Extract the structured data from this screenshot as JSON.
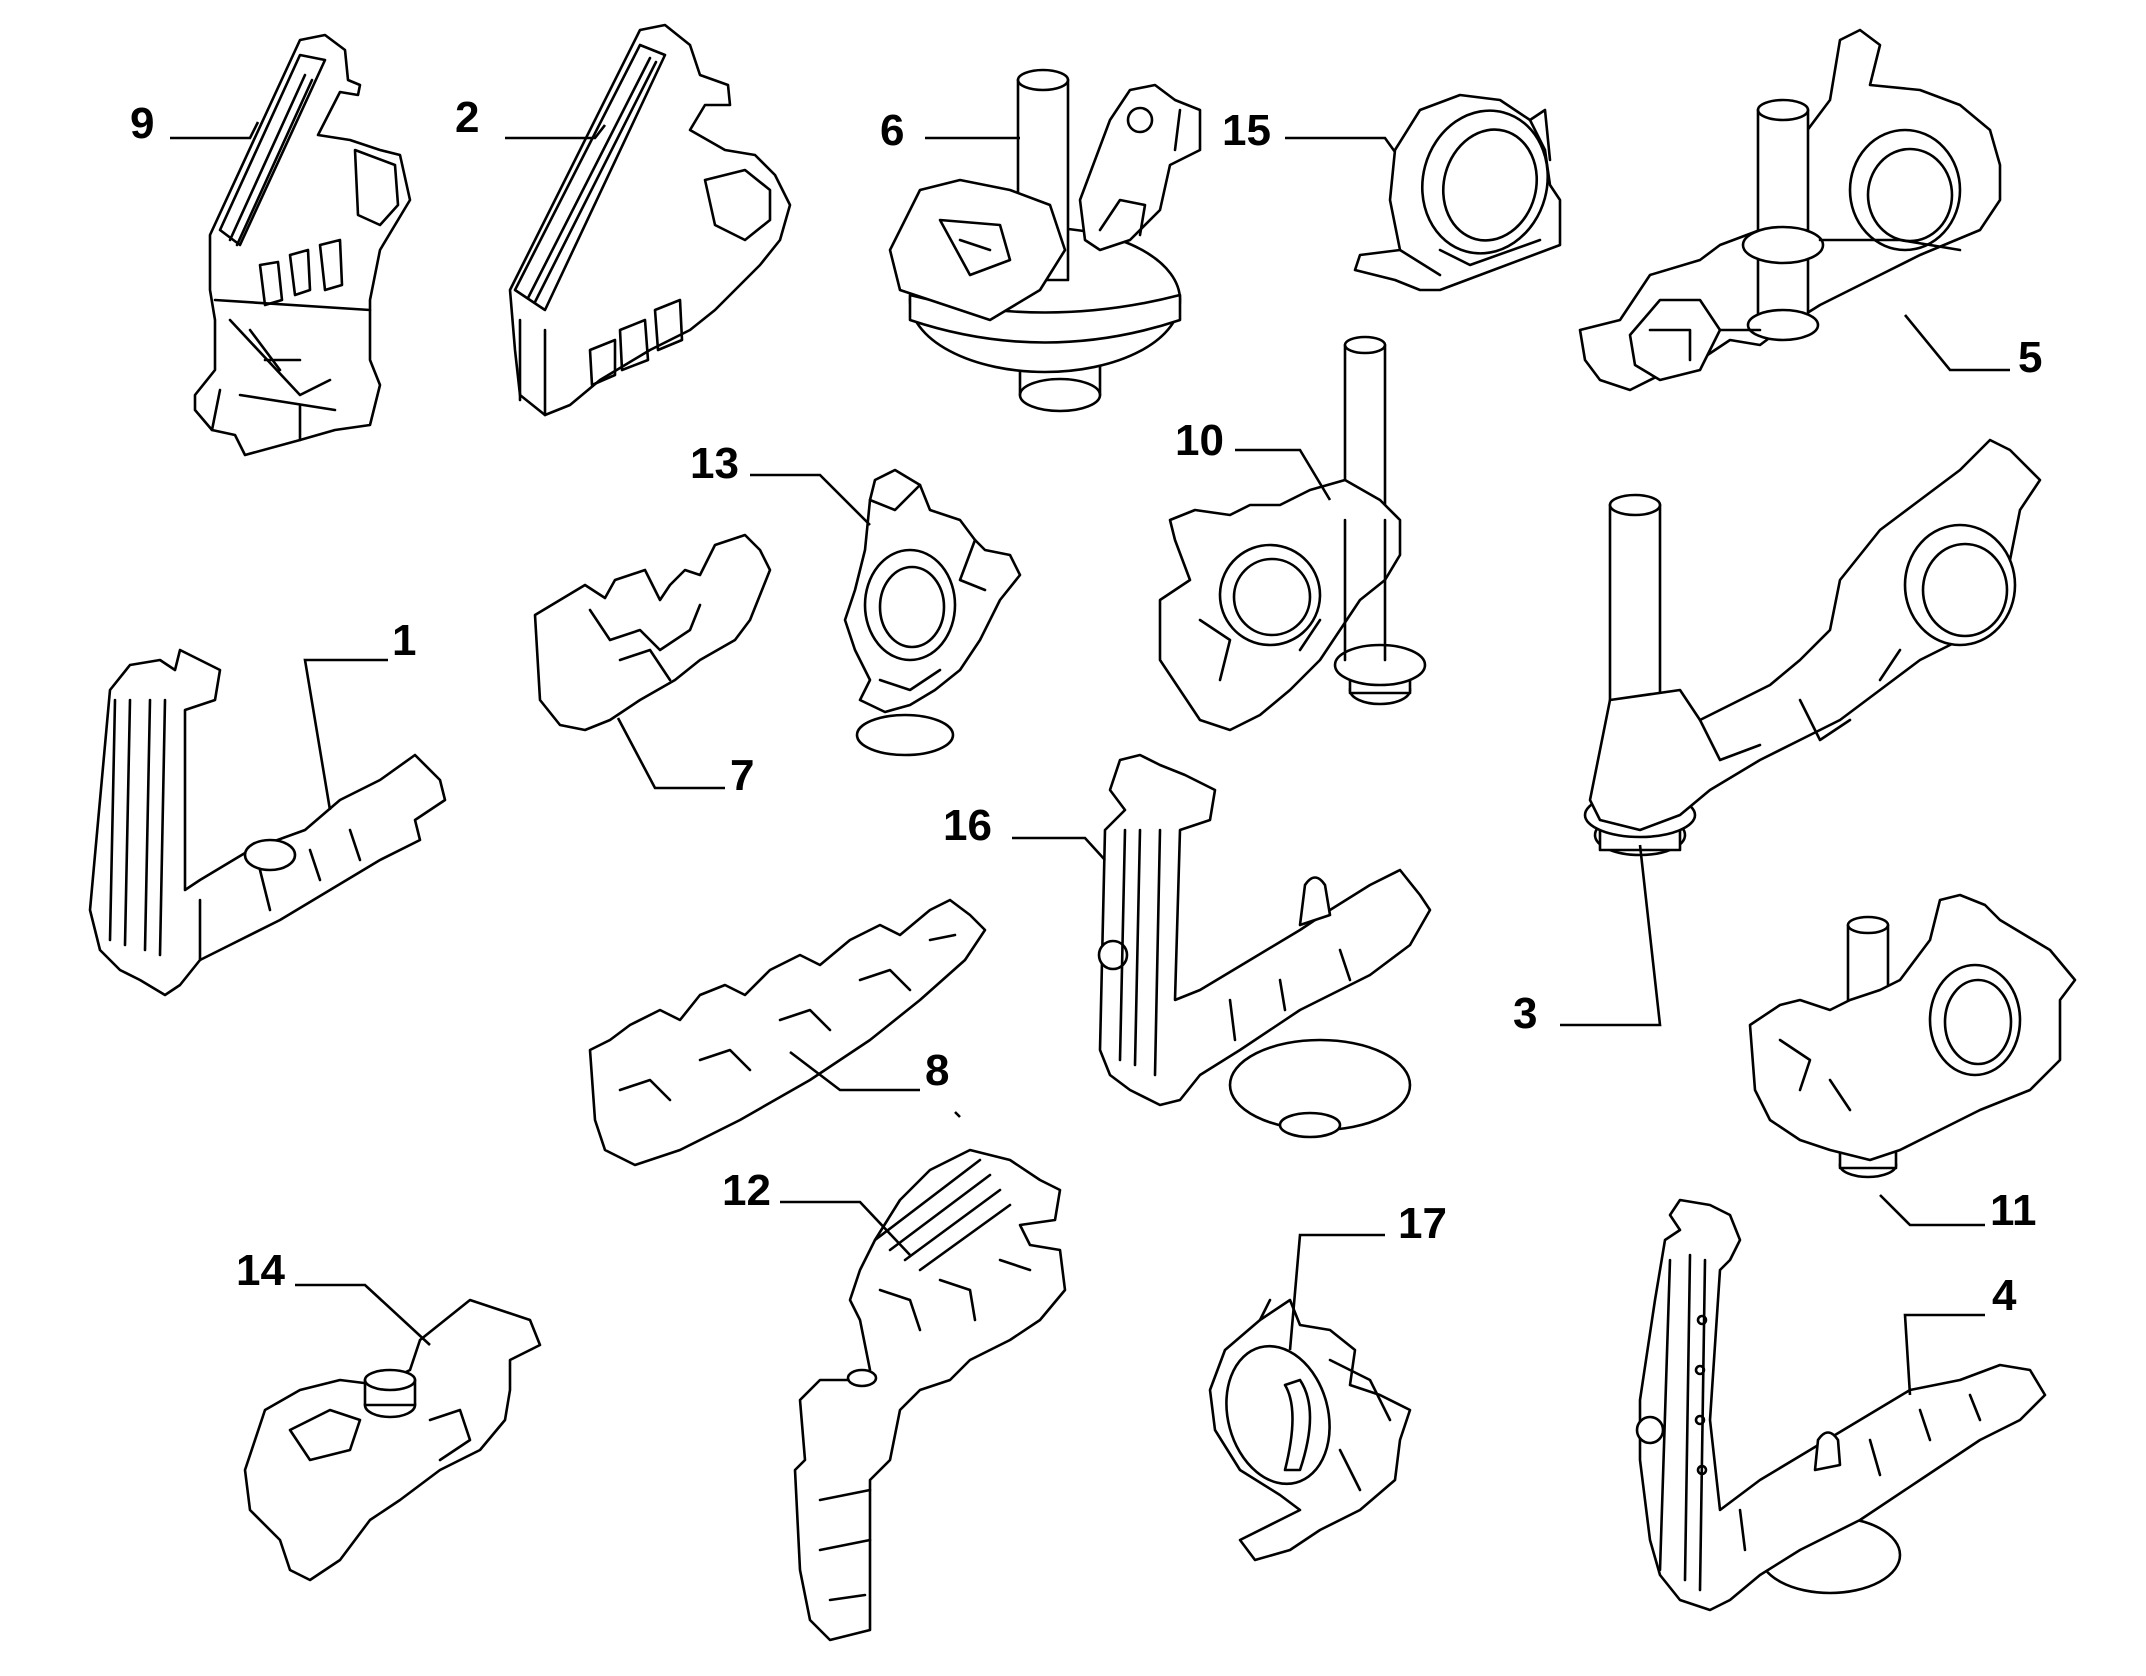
{
  "diagram": {
    "callouts": [
      {
        "id": "1",
        "label": "1"
      },
      {
        "id": "2",
        "label": "2"
      },
      {
        "id": "3",
        "label": "3"
      },
      {
        "id": "4",
        "label": "4"
      },
      {
        "id": "5",
        "label": "5"
      },
      {
        "id": "6",
        "label": "6"
      },
      {
        "id": "7",
        "label": "7"
      },
      {
        "id": "8",
        "label": "8"
      },
      {
        "id": "9",
        "label": "9"
      },
      {
        "id": "10",
        "label": "10"
      },
      {
        "id": "11",
        "label": "11"
      },
      {
        "id": "12",
        "label": "12"
      },
      {
        "id": "13",
        "label": "13"
      },
      {
        "id": "14",
        "label": "14"
      },
      {
        "id": "15",
        "label": "15"
      },
      {
        "id": "16",
        "label": "16"
      },
      {
        "id": "17",
        "label": "17"
      }
    ]
  },
  "colors": {
    "line": "#000000",
    "background": "#ffffff"
  }
}
